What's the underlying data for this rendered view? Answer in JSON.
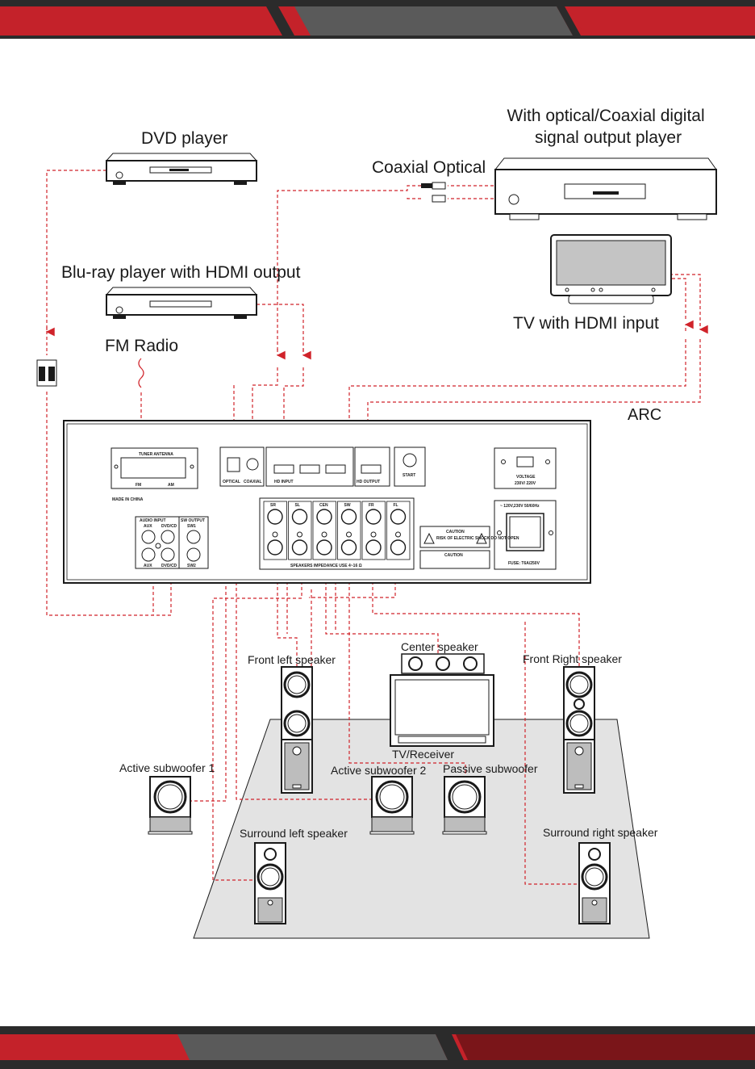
{
  "labels": {
    "dvd_player": "DVD player",
    "optical_player": "With optical/Coaxial digital\nsignal output player",
    "coaxial_optical": "Coaxial Optical",
    "bluray_player": "Blu-ray player with HDMI output",
    "fm_radio": "FM Radio",
    "tv_hdmi": "TV with HDMI input",
    "arc": "ARC",
    "center_speaker": "Center speaker",
    "front_left": "Front left speaker",
    "front_right": "Front Right speaker",
    "tv_receiver": "TV/Receiver",
    "active_sub_1": "Active subwoofer 1",
    "active_sub_2": "Active subwoofer 2",
    "passive_sub": "Passive subwoofer",
    "surround_left": "Surround left speaker",
    "surround_right": "Surround right speaker"
  },
  "panel": {
    "tuner_antenna": "TUNER ANTENNA",
    "fm": "FM",
    "am": "AM",
    "made_in_china": "MADE IN CHINA",
    "optical": "OPTICAL",
    "coaxial": "COAXIAL",
    "hd_input": "HD INPUT",
    "hd_output": "HD OUTPUT",
    "start": "START",
    "voltage": "VOLTAGE",
    "voltage_value": "230V/ 220V",
    "power_rating": "~ 120V,230V 50/60Hz",
    "fuse": "FUSE: T6A/250V",
    "audio_input": "AUDIO INPUT",
    "aux": "AUX",
    "dvd_cd": "DVD/CD",
    "sw_output": "SW OUTPUT",
    "sw1": "SW1",
    "sw2": "SW2",
    "speaker_channels": [
      "SR",
      "SL",
      "CEN",
      "SW",
      "FR",
      "FL"
    ],
    "speakers_impedance": "SPEAKERS IMPEDANCE USE 4~16 Ω",
    "caution": "CAUTION",
    "caution_text": "RISK OF ELECTRIC SHOCK DO NOT OPEN",
    "caution2": "CAUTION"
  },
  "colors": {
    "accent_red": "#d0232a",
    "dark_gray": "#2b2b2b",
    "mid_gray": "#5a5a5a",
    "floor_gray": "#e3e3e3"
  }
}
